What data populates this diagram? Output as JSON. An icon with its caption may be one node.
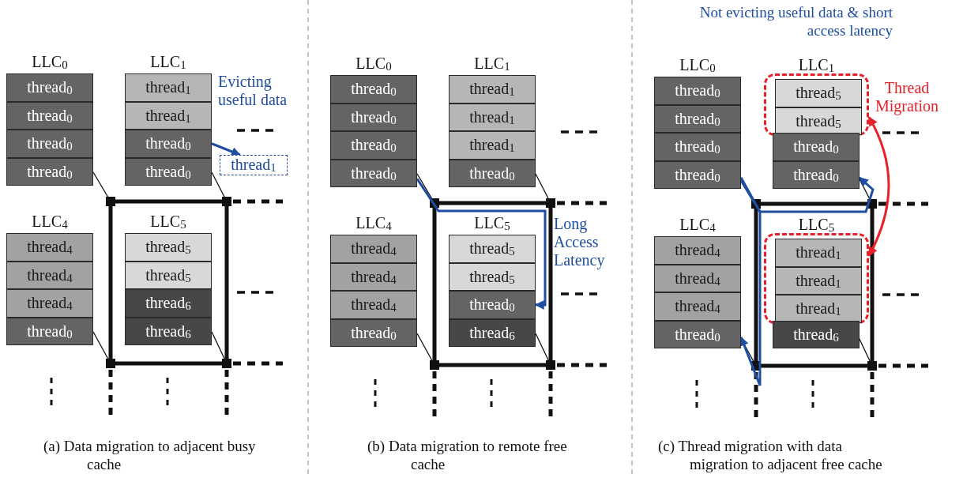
{
  "diagram": {
    "nodes": [
      {
        "text": [
          "LLC$_{0}$"
        ]
      },
      {
        "text": [
          "thread$_{0}$"
        ],
        "in": 0
      },
      {
        "text": [
          "thread$_{0}$"
        ],
        "in": 0
      },
      {
        "text": [
          "thread$_{0}$"
        ],
        "in": 0
      },
      {
        "text": [
          "thread$_{0}$"
        ],
        "in": 0
      },
      {
        "text": [
          "LLC$_{1}$"
        ]
      },
      {
        "text": [
          "thread$_{1}$"
        ],
        "in": 5
      },
      {
        "text": [
          "thread$_{1}$"
        ],
        "in": 5
      },
      {
        "text": [
          "thread$_{0}$"
        ],
        "in": 5
      },
      {
        "text": [
          "thread$_{0}$"
        ],
        "in": 5
      },
      {
        "text": [
          "LLC$_{4}$"
        ]
      },
      {
        "text": [
          "thread$_{4}$"
        ],
        "in": 10
      },
      {
        "text": [
          "thread$_{4}$"
        ],
        "in": 10
      },
      {
        "text": [
          "thread$_{4}$"
        ],
        "in": 10
      },
      {
        "text": [
          "thread$_{0}$"
        ],
        "in": 10
      },
      {
        "text": [
          "LLC$_{5}$"
        ]
      },
      {
        "text": [
          "thread$_{5}$"
        ],
        "in": 15
      },
      {
        "text": [
          "thread$_{5}$"
        ],
        "in": 15
      },
      {
        "text": [
          "thread$_{6}$"
        ],
        "in": 15
      },
      {
        "text": [
          "thread$_{6}$"
        ],
        "in": 15
      },
      {
        "text": [
          "thread$_{1}$"
        ]
      },
      {
        "text": [
          "LLC$_{0}$"
        ]
      },
      {
        "text": [
          "thread$_{0}$"
        ],
        "in": 21
      },
      {
        "text": [
          "thread$_{0}$"
        ],
        "in": 21
      },
      {
        "text": [
          "thread$_{0}$"
        ],
        "in": 21
      },
      {
        "text": [
          "thread$_{0}$"
        ],
        "in": 21
      },
      {
        "text": [
          "LLC$_{1}$"
        ]
      },
      {
        "text": [
          "thread$_{1}$"
        ],
        "in": 26
      },
      {
        "text": [
          "thread$_{1}$"
        ],
        "in": 26
      },
      {
        "text": [
          "thread$_{1}$"
        ],
        "in": 26
      },
      {
        "text": [
          "thread$_{0}$"
        ],
        "in": 26
      },
      {
        "text": [
          "LLC$_{4}$"
        ]
      },
      {
        "text": [
          "thread$_{4}$"
        ],
        "in": 31
      },
      {
        "text": [
          "thread$_{4}$"
        ],
        "in": 31
      },
      {
        "text": [
          "thread$_{4}$"
        ],
        "in": 31
      },
      {
        "text": [
          "thread$_{0}$"
        ],
        "in": 31
      },
      {
        "text": [
          "LLC$_{5}$"
        ]
      },
      {
        "text": [
          "thread$_{5}$"
        ],
        "in": 36
      },
      {
        "text": [
          "thread$_{5}$"
        ],
        "in": 36
      },
      {
        "text": [
          "thread$_{0}$"
        ],
        "in": 36
      },
      {
        "text": [
          "thread$_{6}$"
        ],
        "in": 36
      },
      {
        "text": [
          "LLC$_{0}$"
        ]
      },
      {
        "text": [
          "thread$_{0}$"
        ],
        "in": 41
      },
      {
        "text": [
          "thread$_{0}$"
        ],
        "in": 41
      },
      {
        "text": [
          "thread$_{0}$"
        ],
        "in": 41
      },
      {
        "text": [
          "thread$_{0}$"
        ],
        "in": 41
      },
      {
        "text": [
          "LLC$_{1}$"
        ]
      },
      {
        "text": [],
        "shape": "box",
        "in": 46
      },
      {
        "text": [
          "thread$_{5}$"
        ],
        "in": 47
      },
      {
        "text": [
          "thread$_{5}$"
        ],
        "in": 47
      },
      {
        "text": [
          "thread$_{0}$"
        ],
        "in": 46
      },
      {
        "text": [
          "thread$_{0}$"
        ],
        "in": 46
      },
      {
        "text": [
          "LLC$_{4}$"
        ]
      },
      {
        "text": [
          "thread$_{4}$"
        ],
        "in": 52
      },
      {
        "text": [
          "thread$_{4}$"
        ],
        "in": 52
      },
      {
        "text": [
          "thread$_{4}$"
        ],
        "in": 52
      },
      {
        "text": [
          "thread$_{0}$"
        ],
        "in": 52
      },
      {
        "text": [
          "LLC$_{5}$"
        ]
      },
      {
        "text": [],
        "shape": "box",
        "in": 57
      },
      {
        "text": [
          "thread$_{1}$"
        ],
        "in": 58
      },
      {
        "text": [
          "thread$_{1}$"
        ],
        "in": 58
      },
      {
        "text": [
          "thread$_{1}$"
        ],
        "in": 58
      },
      {
        "text": [
          "thread$_{6}$"
        ],
        "in": 57
      }
    ],
    "edges": [
      {
        "from": 8,
        "to": 20,
        "arrow": "to",
        "label": "Evicting useful data",
        "color": "#1f4ea0"
      },
      {
        "from": 25,
        "to": 39,
        "arrow": "to",
        "label": "Long Access Latency",
        "color": "#1f4ea0"
      },
      {
        "from": 45,
        "to": 51,
        "arrow": "to",
        "color": "#1f4ea0"
      },
      {
        "from": 45,
        "to": 56,
        "arrow": "to",
        "color": "#1f4ea0"
      },
      {
        "from": 47,
        "to": 58,
        "arrow": "both",
        "label": "Thread Migration",
        "color": "#e8202a"
      }
    ],
    "labels": [
      "Not evicting useful data & short access latency",
      "(a) Data migration to adjacent busy cache",
      "(b) Data migration to remote free cache",
      "(c) Thread migration with data migration to adjacent free cache"
    ]
  }
}
